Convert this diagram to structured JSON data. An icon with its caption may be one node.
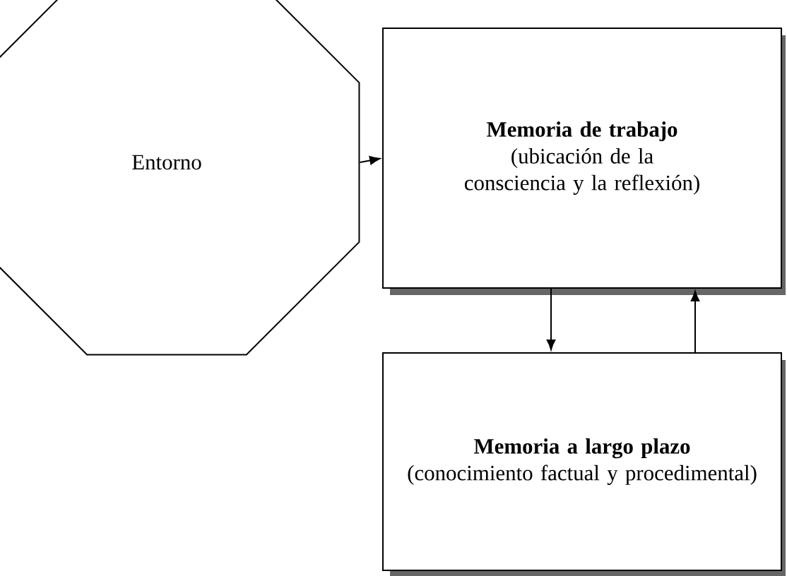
{
  "diagram": {
    "nodes": [
      {
        "text": [
          "Entorno"
        ]
      },
      {
        "text": [
          "Memoria de trabajo",
          "(ubicación de la consciencia y la reflexión)"
        ]
      },
      {
        "text": [
          "Memoria a largo plazo",
          "(conocimiento factual y procedimental)"
        ]
      }
    ],
    "edges": [
      {
        "from": 0,
        "to": 1,
        "arrow": "to"
      },
      {
        "from": 1,
        "to": 2,
        "arrow": "to"
      },
      {
        "from": 2,
        "to": 1,
        "arrow": "to"
      }
    ]
  }
}
